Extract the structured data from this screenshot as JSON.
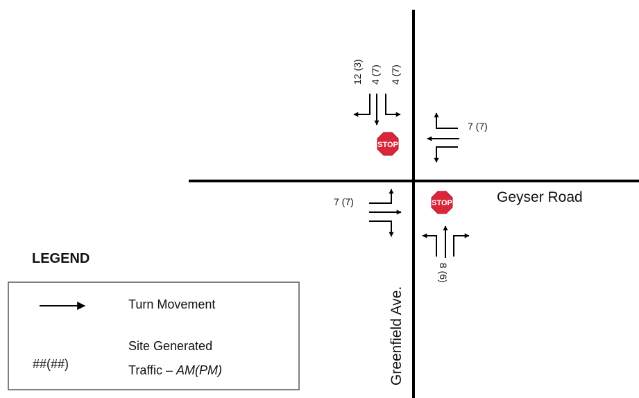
{
  "roads": {
    "east_west": "Geyser Road",
    "north_south": "Greenfield Ave."
  },
  "sign": {
    "text": "STOP"
  },
  "volumes": {
    "southbound_right": "12 (3)",
    "southbound_through": "4 (7)",
    "southbound_left": "4 (7)",
    "westbound": "7 (7)",
    "eastbound": "7 (7)",
    "northbound": "8 (6)"
  },
  "legend": {
    "title": "LEGEND",
    "turn_movement": "Turn Movement",
    "symbol": "##(##)",
    "site_generated_line1": "Site Generated",
    "site_generated_line2_prefix": "Traffic – ",
    "site_generated_line2_italic": "AM(PM)"
  },
  "colors": {
    "stop_sign": "#d9263a",
    "road": "#000000"
  }
}
